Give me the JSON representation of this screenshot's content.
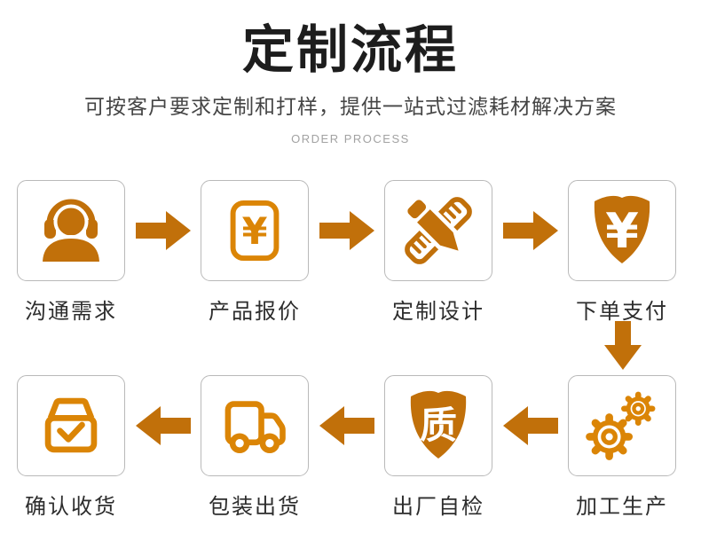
{
  "header": {
    "title": "定制流程",
    "subtitle": "可按客户要求定制和打样，提供一站式过滤耗材解决方案",
    "tagline": "ORDER PROCESS"
  },
  "flow": {
    "row1": [
      {
        "label": "沟通需求",
        "icon": "support-agent-icon"
      },
      {
        "label": "产品报价",
        "icon": "price-quote-icon"
      },
      {
        "label": "定制设计",
        "icon": "design-tools-icon"
      },
      {
        "label": "下单支付",
        "icon": "payment-shield-icon"
      }
    ],
    "row2": [
      {
        "label": "确认收货",
        "icon": "package-received-icon"
      },
      {
        "label": "包装出货",
        "icon": "delivery-truck-icon"
      },
      {
        "label": "出厂自检",
        "icon": "quality-shield-icon"
      },
      {
        "label": "加工生产",
        "icon": "gears-icon"
      }
    ],
    "glyphs": {
      "yuan": "¥",
      "quality": "质"
    }
  },
  "colors": {
    "accent_solid": "#C1700A",
    "accent_outline": "#DB8506",
    "tile_border": "#b9b9b9",
    "title_text": "#1d1d1d",
    "subtitle_text": "#454545",
    "tagline_text": "#a2a2a2",
    "label_text": "#2d2d2d"
  }
}
